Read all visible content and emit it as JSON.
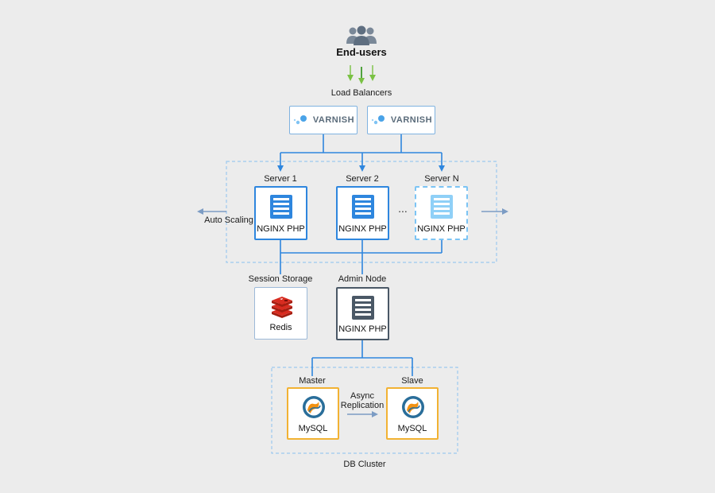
{
  "colors": {
    "background": "#ececec",
    "blue_line": "#2e86de",
    "dashed_group": "#9cc9ef",
    "green_arrow": "#7ac143",
    "mysql_border": "#f2b233",
    "admin_border": "#4a5866"
  },
  "users": {
    "label": "End-users",
    "icon": "users-icon"
  },
  "load_balancers": {
    "label": "Load Balancers",
    "items": [
      {
        "label": "VARNISH",
        "icon": "varnish-logo-icon"
      },
      {
        "label": "VARNISH",
        "icon": "varnish-logo-icon"
      }
    ]
  },
  "servers": {
    "items": [
      {
        "title": "Server 1",
        "label": "NGINX PHP",
        "icon": "server-icon"
      },
      {
        "title": "Server 2",
        "label": "NGINX PHP",
        "icon": "server-icon"
      },
      {
        "title": "Server N",
        "label": "NGINX PHP",
        "icon": "server-icon"
      }
    ],
    "ellipsis": "...",
    "auto_scaling": "Auto Scaling"
  },
  "session_storage": {
    "title": "Session Storage",
    "label": "Redis",
    "icon": "redis-icon"
  },
  "admin_node": {
    "title": "Admin Node",
    "label": "NGINX PHP",
    "icon": "server-icon"
  },
  "db_cluster": {
    "label": "DB Cluster",
    "master": {
      "title": "Master",
      "label": "MySQL",
      "icon": "mysql-icon"
    },
    "slave": {
      "title": "Slave",
      "label": "MySQL",
      "icon": "mysql-icon"
    },
    "replication": {
      "line1": "Async",
      "line2": "Replication"
    }
  }
}
